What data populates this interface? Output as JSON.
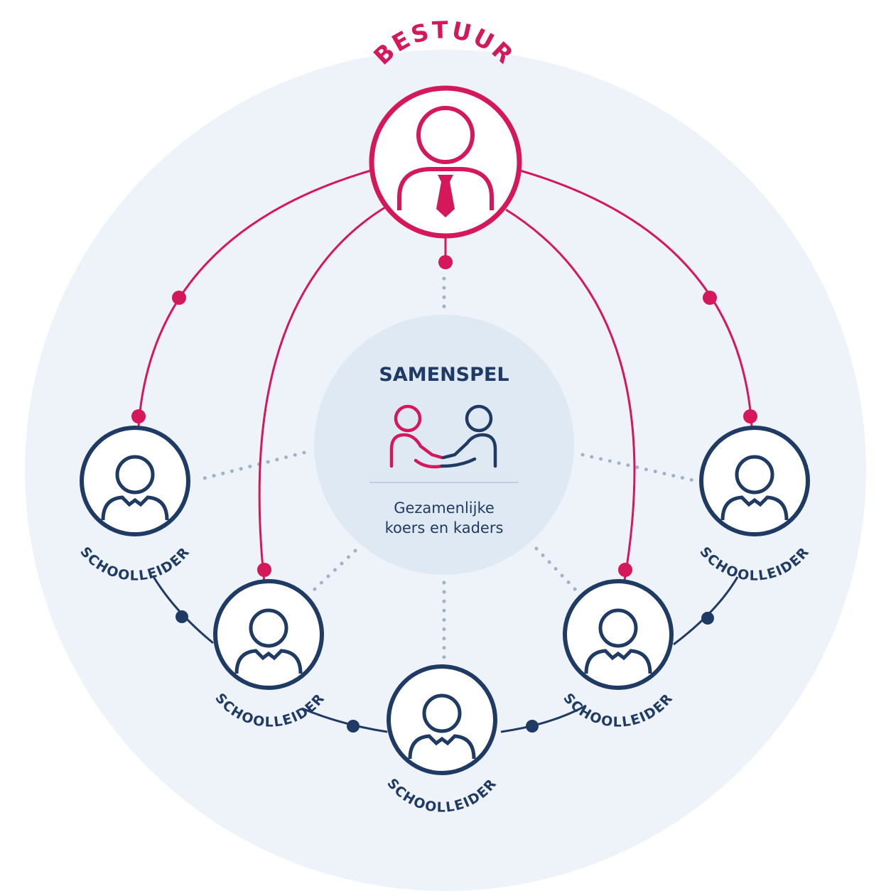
{
  "top_node": {
    "label": "BESTUUR",
    "icon": "person-with-tie-icon",
    "color": "#d4185a"
  },
  "center": {
    "title": "SAMENSPEL",
    "icon": "handshake-icon",
    "subtitle_line1": "Gezamenlijke",
    "subtitle_line2": "koers en kaders"
  },
  "nodes": [
    {
      "label": "SCHOOLLEIDER",
      "icon": "person-icon"
    },
    {
      "label": "SCHOOLLEIDER",
      "icon": "person-icon"
    },
    {
      "label": "SCHOOLLEIDER",
      "icon": "person-icon"
    },
    {
      "label": "SCHOOLLEIDER",
      "icon": "person-icon"
    },
    {
      "label": "SCHOOLLEIDER",
      "icon": "person-icon"
    }
  ],
  "colors": {
    "accent": "#d4185a",
    "navy": "#1f3b64",
    "background_circle": "#eef3fa",
    "center_circle": "#dfe9f4",
    "dotted": "#9db3c9"
  }
}
